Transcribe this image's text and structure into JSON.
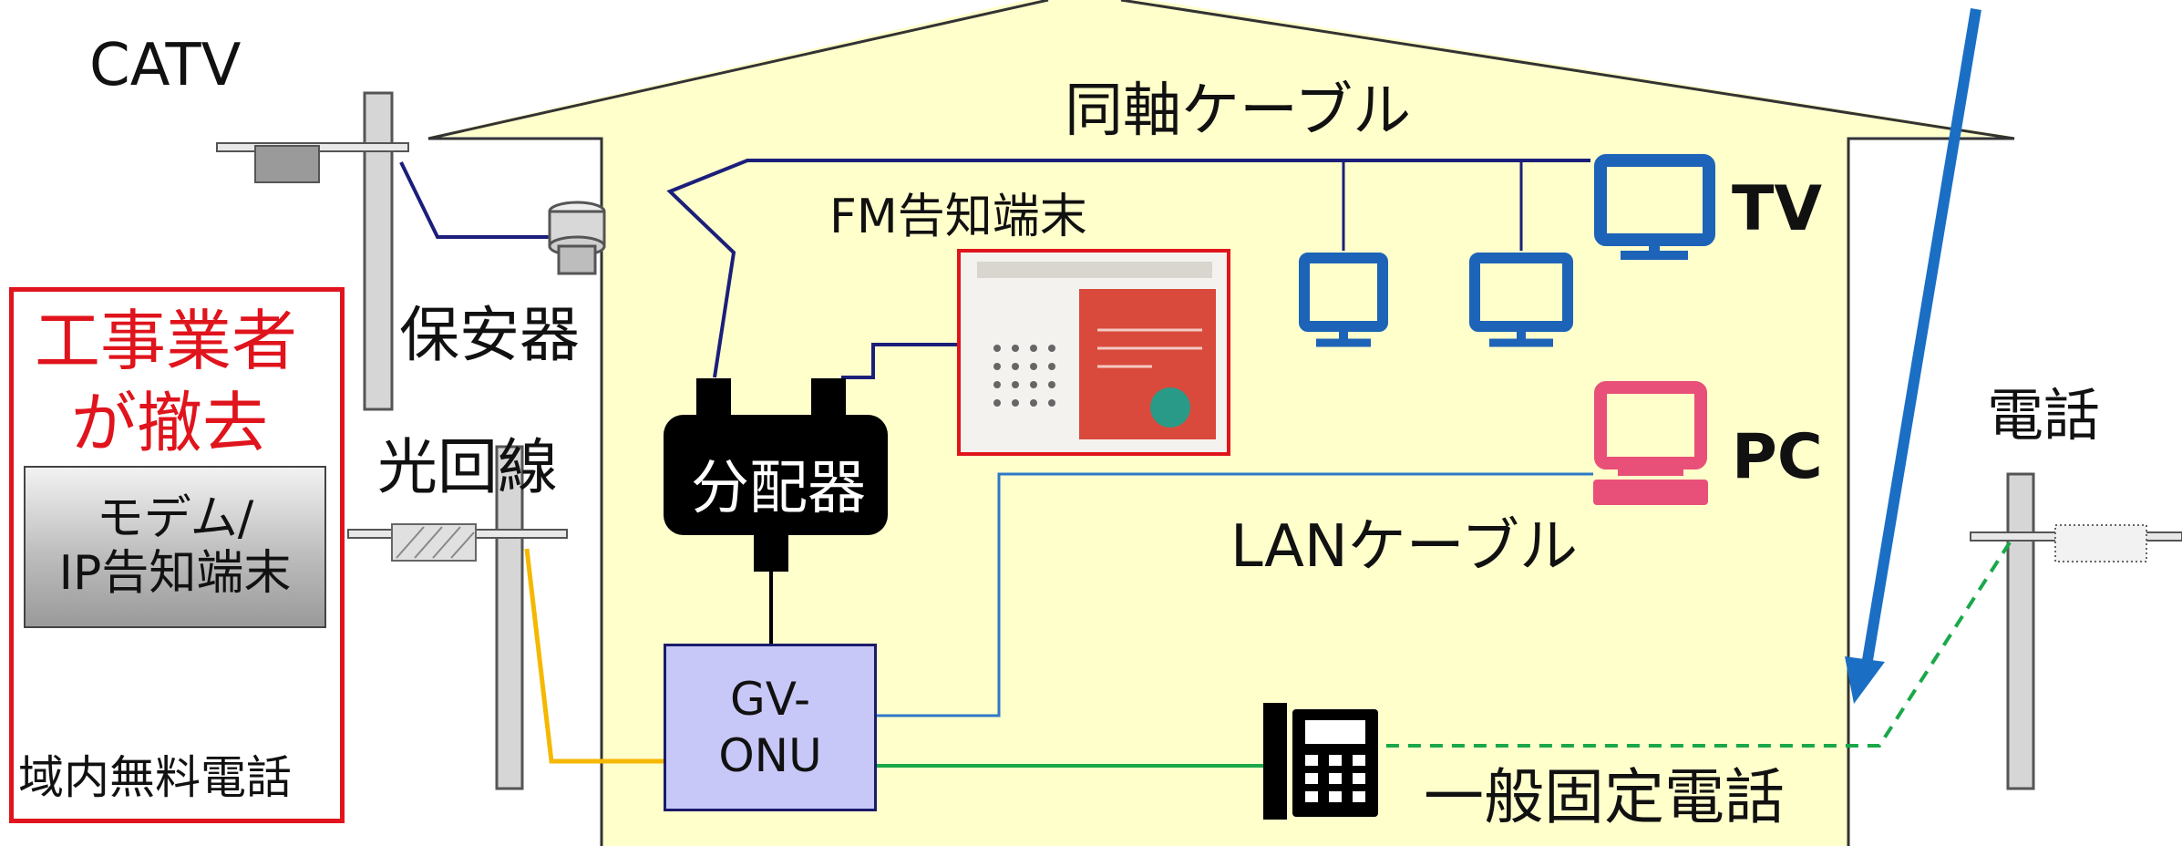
{
  "labels": {
    "catv": "CATV",
    "coax_cable": "同軸ケーブル",
    "fm_terminal": "FM告知端末",
    "tv": "TV",
    "protector": "保安器",
    "splitter": "分配器",
    "fiber_line": "光回線",
    "pc": "PC",
    "lan_cable": "LANケーブル",
    "telephone": "電話",
    "landline_phone": "一般固定電話"
  },
  "onu": {
    "line1": "GV-",
    "line2": "ONU"
  },
  "removed_box": {
    "title_line1": "工事業者",
    "title_line2": "が撤去",
    "modem_line1": "モデム/",
    "modem_line2": "IP告知端末",
    "free_call": "域内無料電話"
  },
  "colors": {
    "house_fill": "#ffffcc",
    "coax_line": "#1b1f7a",
    "lan_line": "#2e78c8",
    "fiber_line": "#f5b800",
    "phone_line": "#1aa84a",
    "arrow": "#1a6fc4",
    "tv_icon": "#1d63b8",
    "pc_icon": "#e8507a",
    "removed_border": "#e0141c"
  },
  "icons": [
    "tv-icon",
    "pc-icon",
    "phone-icon",
    "mobile-phone-icon",
    "protector-icon",
    "splitter-icon"
  ]
}
